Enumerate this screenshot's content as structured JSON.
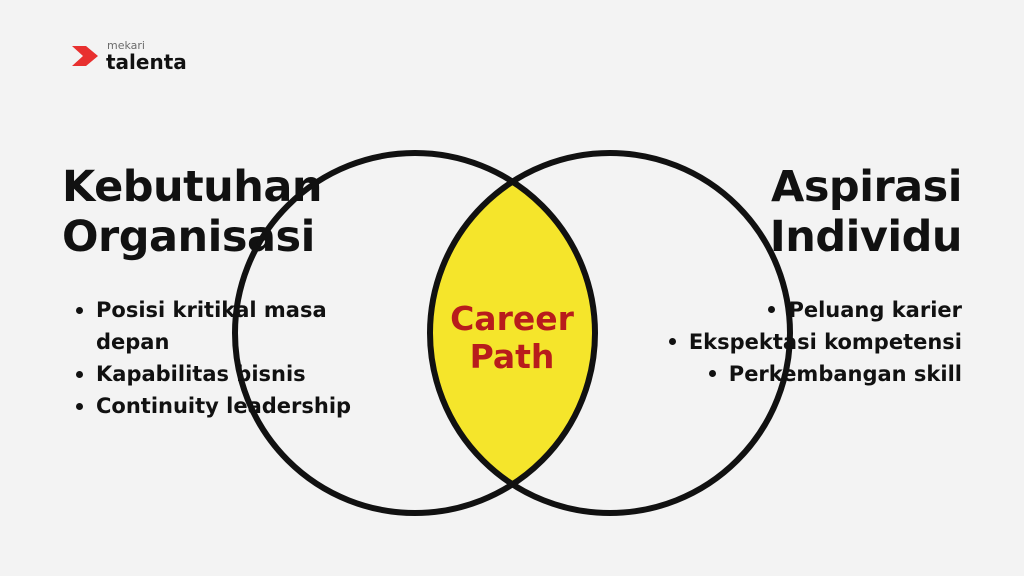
{
  "brand": {
    "sub": "mekari",
    "name": "talenta",
    "accent_color": "#e8302f"
  },
  "left": {
    "title_line1": "Kebutuhan",
    "title_line2": "Organisasi",
    "bullets": [
      "Posisi kritikal masa depan",
      "Kapabilitas bisnis",
      "Continuity leadership"
    ]
  },
  "right": {
    "title_line1": "Aspirasi",
    "title_line2": "Individu",
    "bullets": [
      "Peluang karier",
      "Ekspektasi kompetensi",
      "Perkembangan skill"
    ]
  },
  "center": {
    "line1": "Career",
    "line2": "Path",
    "text_color": "#b81c1c",
    "fill_color": "#f5e52b"
  },
  "colors": {
    "background": "#f3f3f3",
    "circle_stroke": "#111111"
  }
}
